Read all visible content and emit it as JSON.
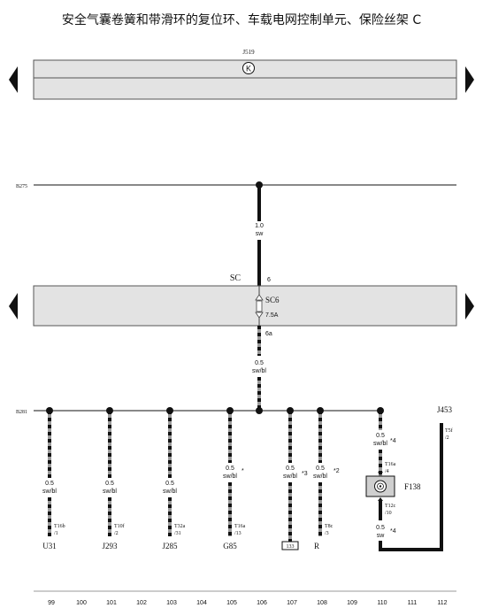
{
  "title": "安全气囊卷簧和带滑环的复位环、车载电网控制单元、保险丝架 C",
  "components": {
    "j519": {
      "label": "J519",
      "symbol_label": "K"
    },
    "sc_band": {
      "label": "SC"
    },
    "fuse": {
      "name": "SC6",
      "pin_in": "6",
      "pin_out": "6a",
      "rating": "7.5A"
    },
    "j453": {
      "label": "J453"
    },
    "f138": {
      "label": "F138"
    }
  },
  "buses": {
    "b275": "B275",
    "b281": "B281"
  },
  "wires": {
    "feed_top": {
      "gauge": "1.0",
      "color": "sw"
    },
    "feed_bottom": {
      "gauge": "0.5",
      "color": "sw/bl"
    }
  },
  "branches": [
    {
      "id": "99",
      "gauge": "0.5",
      "color": "sw/bl",
      "note": "",
      "connector": "T16b",
      "pin": "/1",
      "target": "U31"
    },
    {
      "id": "101",
      "gauge": "0.5",
      "color": "sw/bl",
      "note": "",
      "connector": "T10f",
      "pin": "/2",
      "target": "J293"
    },
    {
      "id": "103",
      "gauge": "0.5",
      "color": "sw/bl",
      "note": "",
      "connector": "T32a",
      "pin": "/31",
      "target": "J285"
    },
    {
      "id": "105",
      "gauge": "0.5",
      "color": "sw/bl",
      "note": "*",
      "connector": "T16a",
      "pin": "/13",
      "target": "G85"
    },
    {
      "id": "107",
      "gauge": "0.5",
      "color": "sw/bl",
      "note": "*3",
      "connector": "",
      "pin": "",
      "target": "133"
    },
    {
      "id": "108",
      "gauge": "0.5",
      "color": "sw/bl",
      "note": "*2",
      "connector": "T8c",
      "pin": "/3",
      "target": "R"
    },
    {
      "id": "110",
      "gauge": "0.5",
      "color": "sw/bl",
      "note": "*4",
      "connector": "T16a",
      "pin": "/4",
      "target": ""
    }
  ],
  "f138_wiring": {
    "lower_connector": "T12c",
    "lower_pin": "/10",
    "lower_gauge": "0.5",
    "lower_color": "sw",
    "lower_note": "*4",
    "j453_connector": "T5f",
    "j453_pin": "/2"
  },
  "grid_numbers": [
    "99",
    "100",
    "101",
    "102",
    "103",
    "104",
    "105",
    "106",
    "107",
    "108",
    "109",
    "110",
    "111",
    "112"
  ]
}
